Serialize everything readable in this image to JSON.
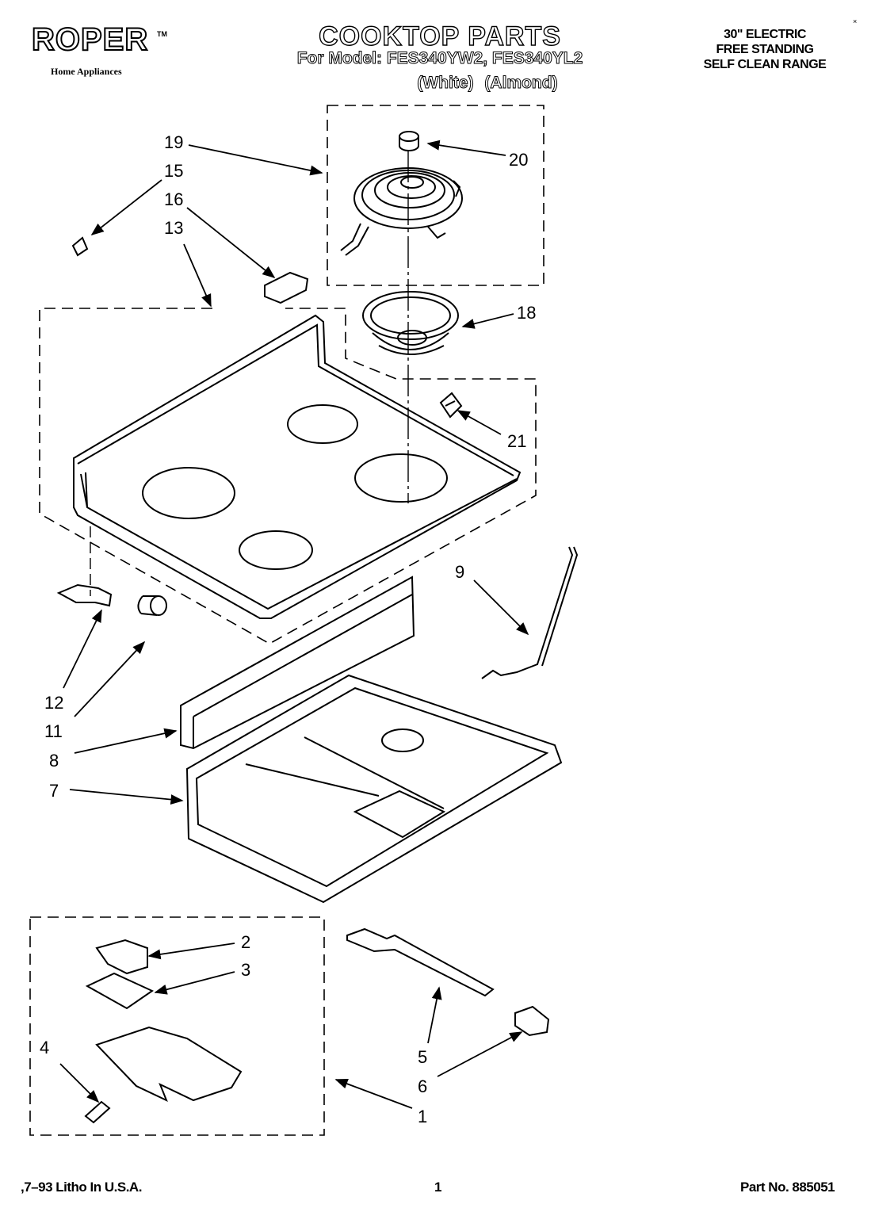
{
  "brand": {
    "name": "ROPER",
    "trademark": "TM",
    "tagline": "Home Appliances"
  },
  "header": {
    "title": "COOKTOP PARTS",
    "model_line": "For Model: FES340YW2, FES340YL2",
    "color_white": "(White)",
    "color_almond": "(Almond)",
    "range_line1": "30\" ELECTRIC",
    "range_line2": "FREE STANDING",
    "range_line3": "SELF CLEAN RANGE",
    "corner_mark": "×"
  },
  "callouts": [
    "19",
    "15",
    "16",
    "13",
    "20",
    "18",
    "21",
    "9",
    "12",
    "11",
    "8",
    "7",
    "2",
    "3",
    "4",
    "5",
    "6",
    "1"
  ],
  "footer": {
    "litho": ",7–93 Litho In U.S.A.",
    "page": "1",
    "part_no": "Part No. 885051"
  }
}
